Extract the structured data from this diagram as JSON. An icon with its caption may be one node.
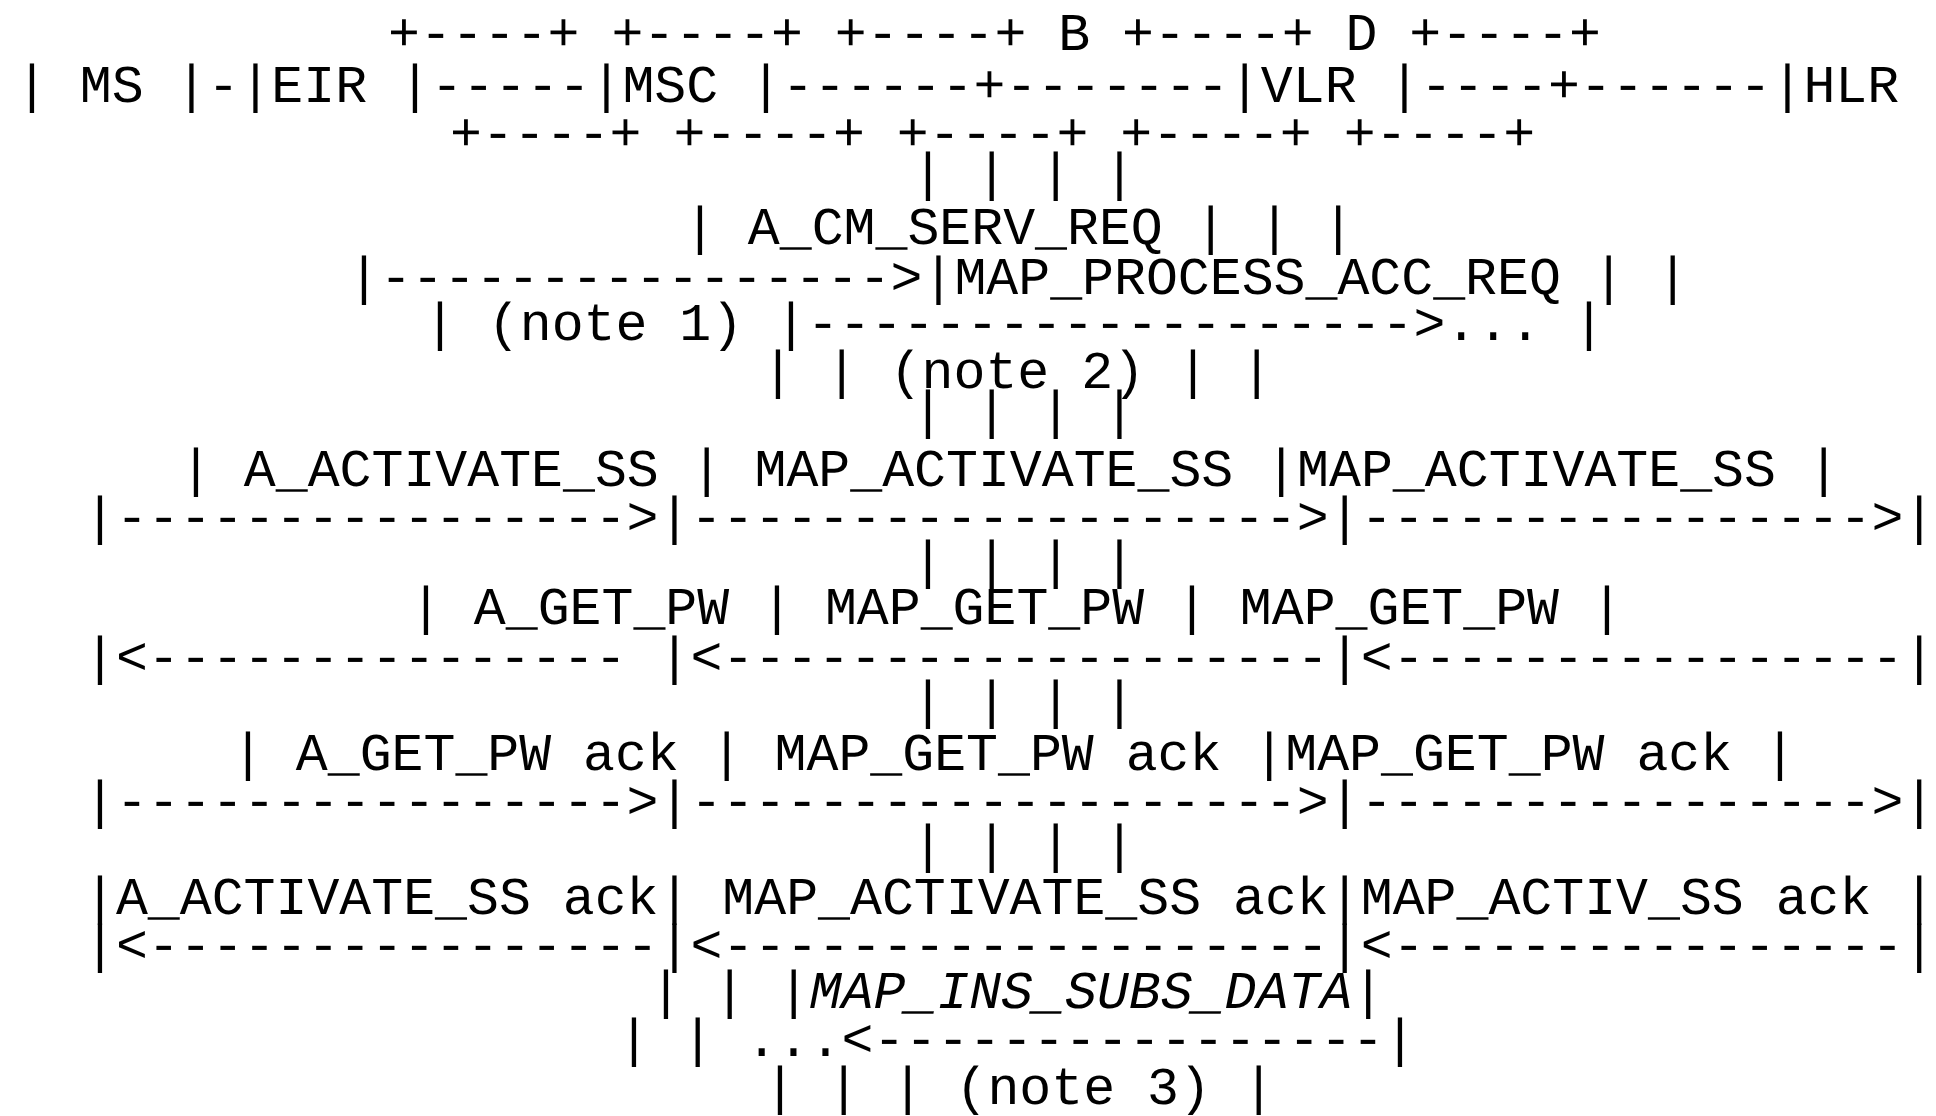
{
  "diagram": {
    "labels": [
      "+----+ +----+ +----+ B +----+ D +----+",
      "| MS |-|EIR |-----|MSC |------+-------|VLR |----+------|HLR",
      "+----+ +----+ +----+ +----+ +----+",
      "| | | |",
      "| A_CM_SERV_REQ | | |",
      "|---------------->|MAP_PROCESS_ACC_REQ | |",
      "| (note 1) |------------------->... |",
      "| | (note 2) | |",
      "| | | |",
      "| A_ACTIVATE_SS | MAP_ACTIVATE_SS |MAP_ACTIVATE_SS |",
      "|---------------->|------------------->|---------------->|",
      "| | | |",
      "| A_GET_PW | MAP_GET_PW | MAP_GET_PW |",
      "|<--------------- |<-------------------|<----------------|",
      "| | | |",
      "| A_GET_PW ack | MAP_GET_PW ack |MAP_GET_PW ack |",
      "|---------------->|------------------->|---------------->|",
      "| | | |",
      "|A_ACTIVATE_SS ack| MAP_ACTIVATE_SS ack|MAP_ACTIV_SS ack |",
      "|<----------------|<-------------------|<----------------|",
      "| | |*MAP_INS_SUBS_DATA*|",
      "| | ...<----------------|",
      "| | | (note 3) |"
    ]
  }
}
